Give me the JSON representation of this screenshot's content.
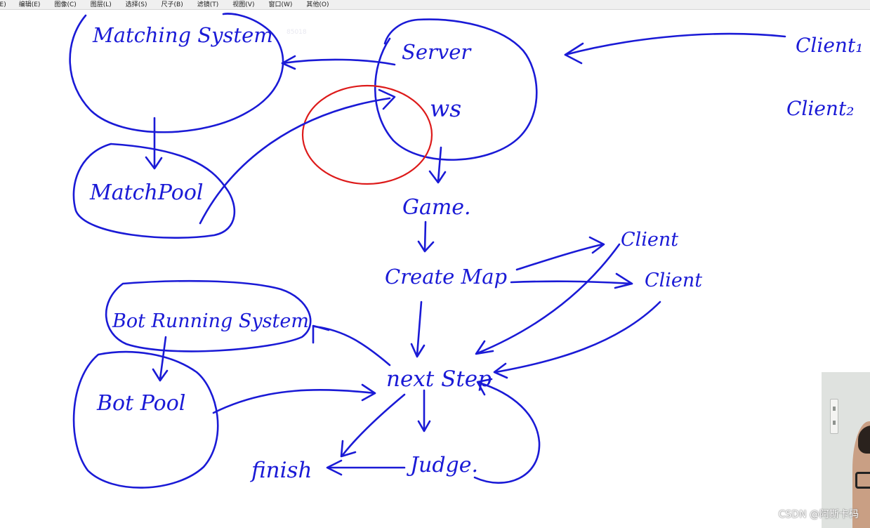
{
  "menu": {
    "items": [
      "(E)",
      "编辑(E)",
      "图像(C)",
      "图层(L)",
      "选择(S)",
      "尺子(B)",
      "滤镜(T)",
      "视图(V)",
      "窗口(W)",
      "其他(O)"
    ]
  },
  "diagram": {
    "labels": {
      "matching_system": "Matching System",
      "match_pool": "MatchPool",
      "server": "Server",
      "ws": "ws",
      "client_1": "Client₁",
      "client_2": "Client₂",
      "game": "Game.",
      "create_map": "Create Map",
      "client_a": "Client",
      "client_b": "Client",
      "bot_running_system": "Bot Running System",
      "bot_pool": "Bot Pool",
      "next_step": "next Step",
      "finish": "finish",
      "judge": "Judge."
    },
    "faint_text": "85018",
    "ink_color": "#1a1ad6",
    "highlight_color": "#dd1a1a"
  },
  "watermark": "CSDN @阿斯卡码"
}
